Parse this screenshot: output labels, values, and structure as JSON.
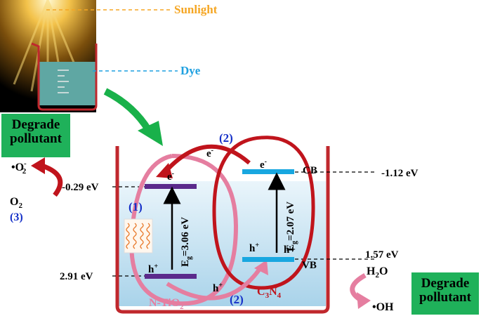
{
  "labels": {
    "sunlight": "Sunlight",
    "dye": "Dye",
    "degrade_left_1": "Degrade",
    "degrade_left_2": "pollutant",
    "degrade_right_1": "Degrade",
    "degrade_right_2": "pollutant",
    "superoxide_dot": "•O",
    "superoxide_sub": "2",
    "superoxide_sup": "-",
    "o2_main": "O",
    "o2_sub": "2",
    "step3": "(3)",
    "step2_top": "(2)",
    "step2_bottom": "(2)",
    "step1": "(1)",
    "electron_top": "e",
    "electron_top_sup": "-",
    "electron_tio2": "e",
    "electron_tio2_sup": "-",
    "electron_c3n4": "e",
    "electron_c3n4_sup": "-",
    "hole_tio2": "h",
    "hole_tio2_sup": "+",
    "hole_c3n4_left": "h",
    "hole_c3n4_left_sup": "+",
    "hole_c3n4_right": "h+",
    "hole_transfer": "h",
    "hole_transfer_sup": "+",
    "cb": "CB",
    "vb": "VB",
    "e_tio2_cb": "-0.29 eV",
    "e_tio2_vb": "2.91 eV",
    "e_c3n4_cb": "-1.12 eV",
    "e_c3n4_vb": "1.57 eV",
    "eg_tio2_main": "E",
    "eg_tio2_sub": "g",
    "eg_tio2_val": "=3.06 eV",
    "eg_c3n4_main": "E",
    "eg_c3n4_sub": "g",
    "eg_c3n4_val": "=2.07 eV",
    "h2o_main": "H",
    "h2o_sub": "2",
    "h2o_end": "O",
    "oh": "•OH",
    "ntio2_main": "N-TiO",
    "ntio2_sub": "2",
    "c3n4_a": "C",
    "c3n4_b": "3",
    "c3n4_c": "N",
    "c3n4_d": "4"
  },
  "colors": {
    "sunlight": "#f5a623",
    "dye": "#1fa0e0",
    "beaker": "#c0282d",
    "tio2_loop": "#e57ea0",
    "c3n4_loop": "#c0141c",
    "tio2_band": "#5b2a8c",
    "c3n4_band": "#18a7e0",
    "box_green": "#1fb15a",
    "step_blue": "#1530c8",
    "green_arrow": "#19b14a"
  }
}
